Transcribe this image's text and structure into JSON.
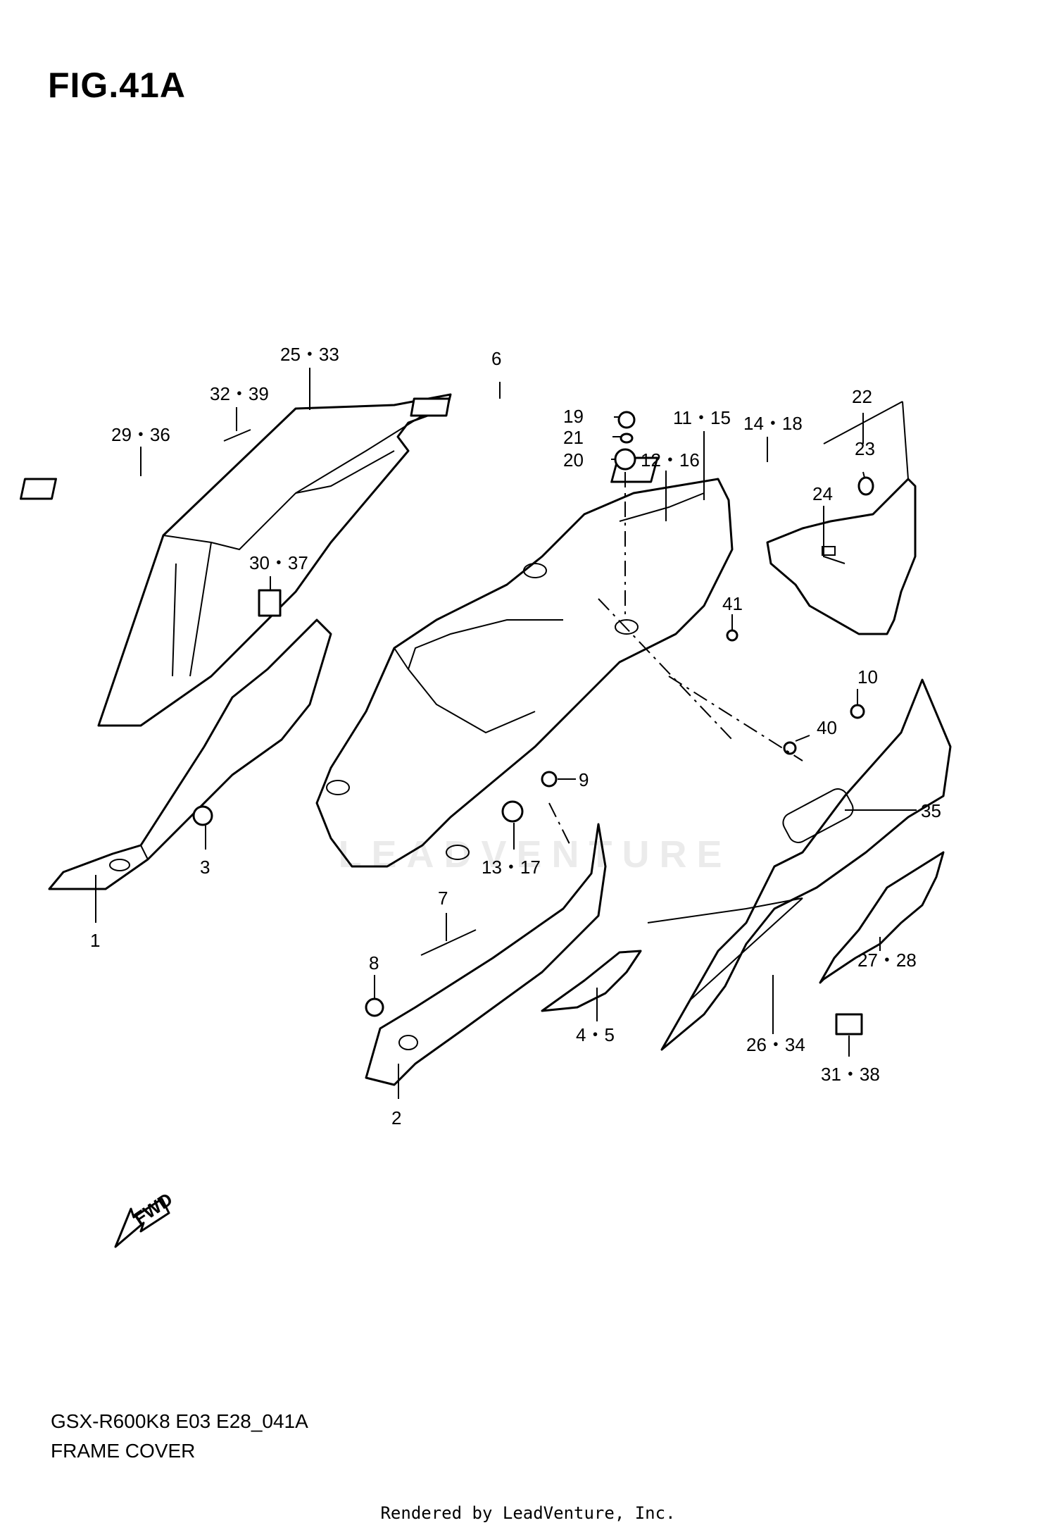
{
  "figure": {
    "title": "FIG.41A",
    "model_code": "GSX-R600K8 E03 E28_041A",
    "section_name": "FRAME COVER",
    "credit": "Rendered by LeadVenture, Inc.",
    "watermark": "LEADVENTURE",
    "fwd_label": "FWD"
  },
  "callouts": [
    "25・33",
    "6",
    "32・39",
    "29・36",
    "30・37",
    "19",
    "21",
    "20",
    "11・15",
    "12・16",
    "14・18",
    "22",
    "23",
    "24",
    "41",
    "10",
    "40",
    "9",
    "35",
    "3",
    "1",
    "13・17",
    "7",
    "8",
    "4・5",
    "27・28",
    "26・34",
    "31・38",
    "2"
  ]
}
